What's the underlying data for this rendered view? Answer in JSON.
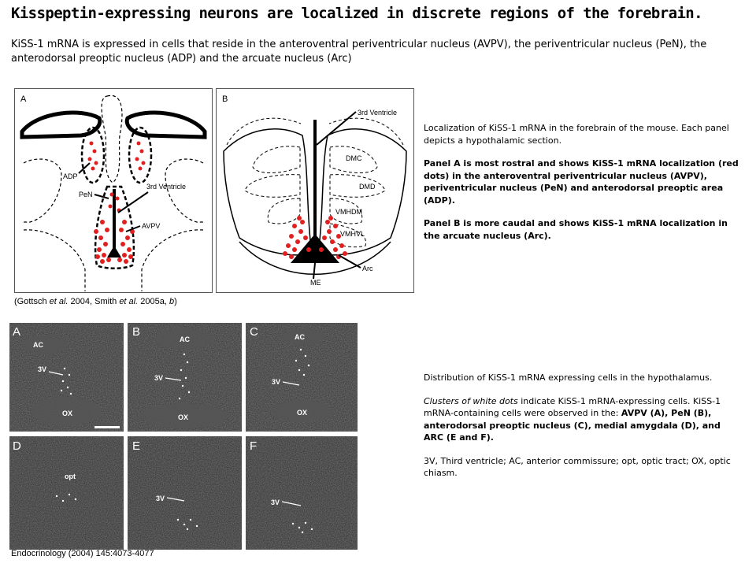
{
  "title": "Kisspeptin-expressing neurons are localized in discrete regions of the forebrain.",
  "subtitle": "KiSS-1 mRNA is expressed in cells that reside in the anteroventral periventricular nucleus (AVPV), the periventricular nucleus (PeN), the anterodorsal preoptic nucleus (ADP) and the arcuate nucleus (Arc)",
  "panel_a": {
    "letter": "A",
    "labels": {
      "adp": "ADP",
      "pen": "PeN",
      "third_ventricle": "3rd Ventricle",
      "avpv": "AVPV"
    }
  },
  "panel_b": {
    "letter": "B",
    "labels": {
      "third_ventricle": "3rd Ventricle",
      "dmc": "DMC",
      "dmd": "DMD",
      "vmhdm": "VMHDM",
      "vmhvl": "VMHVL",
      "arc": "Arc",
      "me": "ME"
    }
  },
  "citation": {
    "open": "(Gottsch ",
    "etal1": "et al.",
    "mid": " 2004, Smith ",
    "etal2": "et al.",
    "mid2": " 2005a, ",
    "b": "b",
    "close": ")"
  },
  "caption1": {
    "intro": "Localization of KiSS-1 mRNA in the forebrain of the mouse. Each panel depicts a hypothalamic section.",
    "panel_a": "Panel A is most rostral and shows KiSS-1 mRNA localization (red dots) in the anteroventral periventricular nucleus (AVPV), periventricular nucleus (PeN) and anterodorsal preoptic area (ADP).",
    "panel_b": "Panel B is more caudal and shows KiSS-1 mRNA localization in the arcuate nucleus (Arc)."
  },
  "micrographs": [
    {
      "letter": "A",
      "labels": [
        "AC",
        "3V",
        "OX"
      ]
    },
    {
      "letter": "B",
      "labels": [
        "AC",
        "3V",
        "OX"
      ]
    },
    {
      "letter": "C",
      "labels": [
        "AC",
        "3V",
        "OX"
      ]
    },
    {
      "letter": "D",
      "labels": [
        "opt"
      ]
    },
    {
      "letter": "E",
      "labels": [
        "3V"
      ]
    },
    {
      "letter": "F",
      "labels": [
        "3V"
      ]
    }
  ],
  "caption2": {
    "intro": "Distribution of KiSS-1 mRNA expressing cells in the hypothalamus.",
    "italic": "Clusters of white dots",
    "rest": " indicate KiSS-1 mRNA-expressing cells. KiSS-1 mRNA-containing cells were observed in the: ",
    "bold": "AVPV (A), PeN (B), anterodorsal preoptic nucleus (C), medial amygdala (D), and ARC (E and F).",
    "abbrev": "3V, Third ventricle; AC, anterior commissure; opt, optic tract; OX, optic chiasm."
  },
  "journal": "Endocrinology (2004) 145:4073-4077",
  "colors": {
    "dots": "#e21f1f",
    "micrograph_bg": "#2a2a2a"
  }
}
